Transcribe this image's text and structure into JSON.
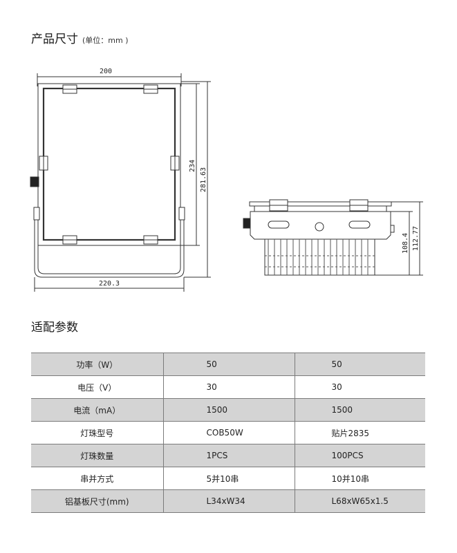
{
  "section_dimensions": {
    "title": "产品尺寸",
    "unit": "(单位：mm )"
  },
  "drawing": {
    "front_width": "200",
    "front_height": "234",
    "total_height": "281.63",
    "bracket_width": "220.3",
    "side_height": "108.4",
    "side_total_height": "112.77"
  },
  "section_params": {
    "title": "适配参数"
  },
  "table": {
    "rows": [
      [
        "功率（W）",
        "50",
        "50"
      ],
      [
        "电压（V）",
        "30",
        "30"
      ],
      [
        "电流（mA）",
        "1500",
        "1500"
      ],
      [
        "灯珠型号",
        "COB50W",
        "贴片2835"
      ],
      [
        "灯珠数量",
        "1PCS",
        "100PCS"
      ],
      [
        "串并方式",
        "5并10串",
        "10并10串"
      ],
      [
        "铝基板尺寸(mm)",
        "L34xW34",
        "L68xW65x1.5"
      ]
    ]
  },
  "colors": {
    "row_shade": "#d4d4d4",
    "line": "#333333"
  }
}
